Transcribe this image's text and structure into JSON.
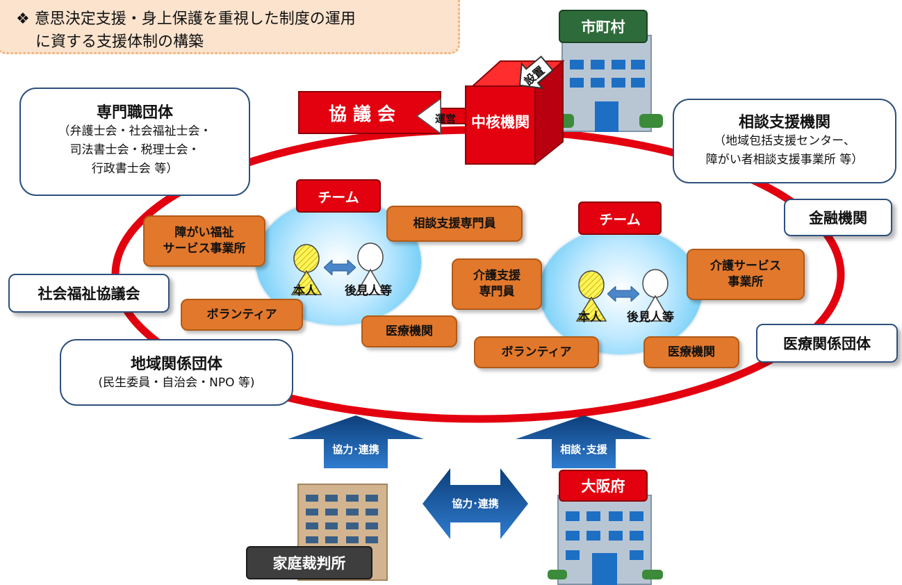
{
  "note": {
    "marker": "❖",
    "line1": "意思決定支援・身上保護を重視した制度の運用",
    "line2": "に資する支援体制の構築"
  },
  "municipality": {
    "label": "市町村"
  },
  "council": {
    "label": "協 議 会"
  },
  "core": {
    "label": "中核機関",
    "operate": "運営",
    "establish": "設置"
  },
  "professional": {
    "title": "専門職団体",
    "lines": [
      "（弁護士会・社会福祉士会・",
      "司法書士会・税理士会・",
      "行政書士会 等）"
    ]
  },
  "consultation": {
    "title": "相談支援機関",
    "lines": [
      "（地域包括支援センター、",
      "障がい者相談支援事業所 等）"
    ]
  },
  "finance": {
    "label": "金融機関"
  },
  "social_welfare": {
    "label": "社会福祉協議会"
  },
  "medical_assoc": {
    "label": "医療関係団体"
  },
  "community": {
    "title": "地域関係団体",
    "sub": "(民生委員・自治会・NPO 等)"
  },
  "team_left": {
    "label": "チーム",
    "person": "本人",
    "guardian": "後見人等",
    "items": [
      "障がい福祉\nサービス事業所",
      "相談支援専門員",
      "ボランティア",
      "医療機関"
    ]
  },
  "team_right": {
    "label": "チーム",
    "person": "本人",
    "guardian": "後見人等",
    "items": [
      "介護支援\n専門員",
      "介護サービス\n事業所",
      "ボランティア",
      "医療機関"
    ]
  },
  "arrows": {
    "cooperate_up": "協力･連携",
    "consult_up": "相談･支援",
    "cooperate_mid": "協力･連携"
  },
  "court": {
    "label": "家庭裁判所"
  },
  "osaka": {
    "label": "大阪府"
  },
  "colors": {
    "red": "#e3000f",
    "orange": "#e2782c",
    "navy": "#2d4f7c",
    "arrow_blue": "#1f5fa8"
  }
}
